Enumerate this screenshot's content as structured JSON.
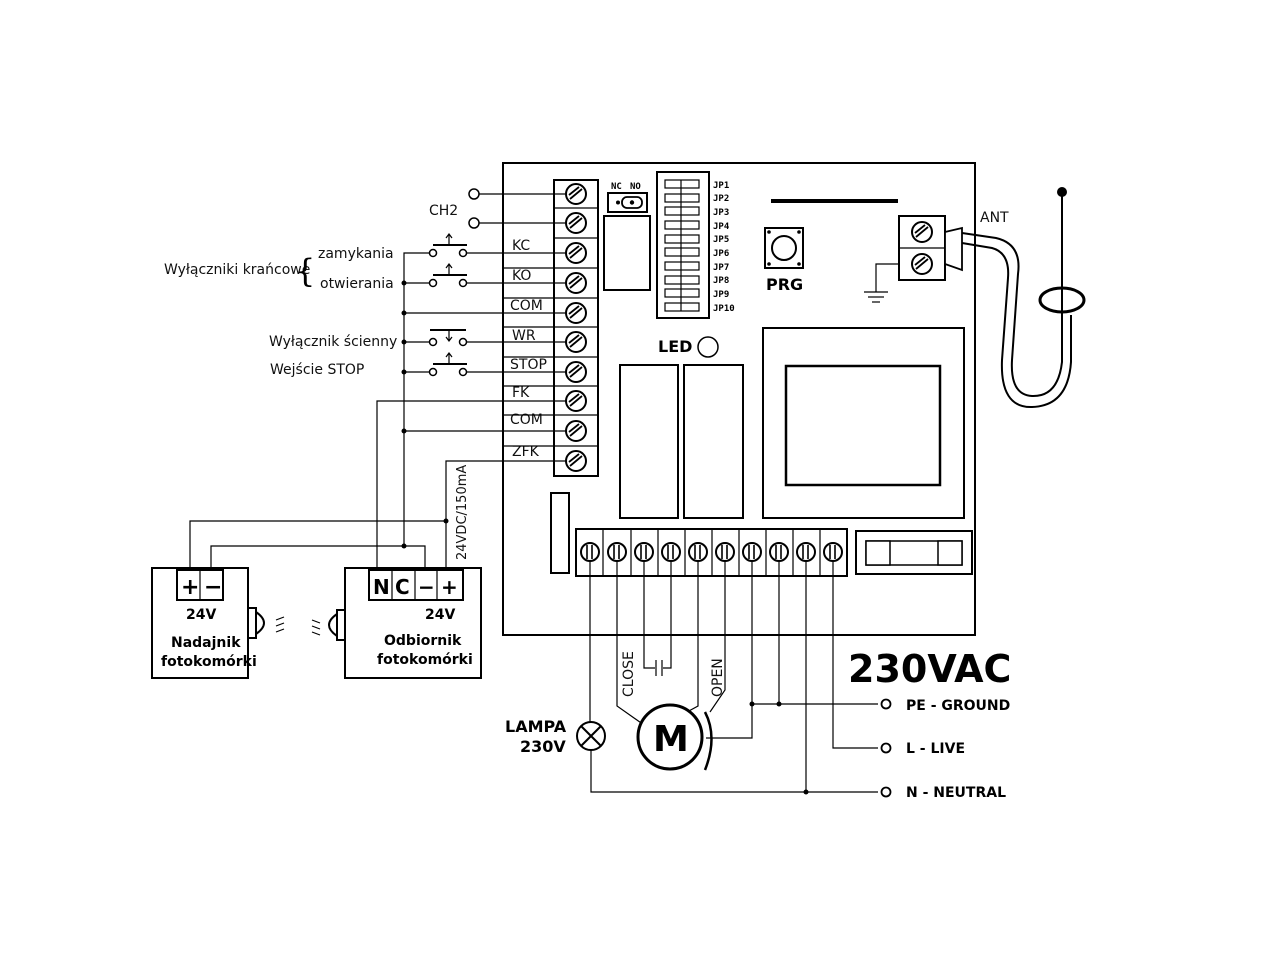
{
  "labels": {
    "ch2": "CH2",
    "limit_switches": "Wyłączniki krańcowe",
    "closing": "zamykania",
    "opening": "otwierania",
    "wall_switch": "Wyłącznik ścienny",
    "stop_input": "Wejście STOP",
    "supply": "24VDC/150mA",
    "ant": "ANT",
    "prg": "PRG",
    "led": "LED",
    "lamp": "LAMPA",
    "lamp_voltage": "230V",
    "mains": "230VAC",
    "ground": "PE - GROUND",
    "live": "L - LIVE",
    "neutral": "N - NEUTRAL",
    "close": "CLOSE",
    "open": "OPEN",
    "motor": "M",
    "nc": "NC",
    "no": "NO"
  },
  "terminals": [
    "KC",
    "KO",
    "COM",
    "WR",
    "STOP",
    "FK",
    "COM",
    "ZFK"
  ],
  "jumpers": [
    "JP1",
    "JP2",
    "JP3",
    "JP4",
    "JP5",
    "JP6",
    "JP7",
    "JP8",
    "JP9",
    "JP10"
  ],
  "transmitter": {
    "plus": "+",
    "minus": "−",
    "voltage": "24V",
    "name_line1": "Nadajnik",
    "name_line2": "fotokomórki"
  },
  "receiver": {
    "n": "N",
    "c": "C",
    "minus": "−",
    "plus": "+",
    "voltage": "24V",
    "name_line1": "Odbiornik",
    "name_line2": "fotokomórki"
  }
}
